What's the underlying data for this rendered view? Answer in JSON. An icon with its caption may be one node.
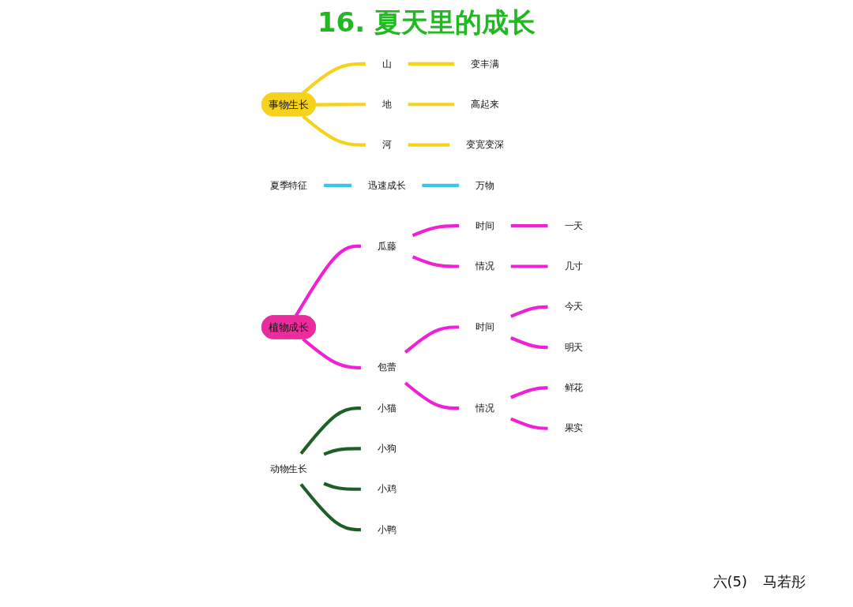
{
  "diagram": {
    "title": "16. 夏天里的成长",
    "nodes": [
      {
        "text": [
          "事物生长"
        ]
      },
      {
        "text": [
          "山"
        ]
      },
      {
        "text": [
          "变丰满"
        ]
      },
      {
        "text": [
          "地"
        ]
      },
      {
        "text": [
          "高起来"
        ]
      },
      {
        "text": [
          "河"
        ]
      },
      {
        "text": [
          "变宽变深"
        ]
      },
      {
        "text": [
          "夏季特征"
        ]
      },
      {
        "text": [
          "迅速成长"
        ]
      },
      {
        "text": [
          "万物"
        ]
      },
      {
        "text": [
          "植物成长"
        ]
      },
      {
        "text": [
          "瓜藤"
        ]
      },
      {
        "text": [
          "时间"
        ]
      },
      {
        "text": [
          "一天"
        ]
      },
      {
        "text": [
          "情况"
        ]
      },
      {
        "text": [
          "几寸"
        ]
      },
      {
        "text": [
          "包蕾"
        ]
      },
      {
        "text": [
          "时间"
        ]
      },
      {
        "text": [
          "今天"
        ]
      },
      {
        "text": [
          "明天"
        ]
      },
      {
        "text": [
          "情况"
        ]
      },
      {
        "text": [
          "鲜花"
        ]
      },
      {
        "text": [
          "果实"
        ]
      },
      {
        "text": [
          "动物生长"
        ]
      },
      {
        "text": [
          "小猫"
        ]
      },
      {
        "text": [
          "小狗"
        ]
      },
      {
        "text": [
          "小鸡"
        ]
      },
      {
        "text": [
          "小鸭"
        ]
      }
    ],
    "edges": [
      {
        "from": 0,
        "to": 1,
        "arrow": "none",
        "color": "#f5d31a"
      },
      {
        "from": 1,
        "to": 2,
        "arrow": "none",
        "color": "#f5d31a"
      },
      {
        "from": 0,
        "to": 3,
        "arrow": "none",
        "color": "#f5d31a"
      },
      {
        "from": 3,
        "to": 4,
        "arrow": "none",
        "color": "#f5d31a"
      },
      {
        "from": 0,
        "to": 5,
        "arrow": "none",
        "color": "#f5d31a"
      },
      {
        "from": 5,
        "to": 6,
        "arrow": "none",
        "color": "#f5d31a"
      },
      {
        "from": 7,
        "to": 8,
        "arrow": "none",
        "color": "#3cc6e6"
      },
      {
        "from": 8,
        "to": 9,
        "arrow": "none",
        "color": "#3cc6e6"
      },
      {
        "from": 10,
        "to": 11,
        "arrow": "none",
        "color": "#f01fd8"
      },
      {
        "from": 11,
        "to": 12,
        "arrow": "none",
        "color": "#f01fd8"
      },
      {
        "from": 12,
        "to": 13,
        "arrow": "none",
        "color": "#f01fd8"
      },
      {
        "from": 11,
        "to": 14,
        "arrow": "none",
        "color": "#f01fd8"
      },
      {
        "from": 14,
        "to": 15,
        "arrow": "none",
        "color": "#f01fd8"
      },
      {
        "from": 10,
        "to": 16,
        "arrow": "none",
        "color": "#f01fd8"
      },
      {
        "from": 16,
        "to": 17,
        "arrow": "none",
        "color": "#f01fd8"
      },
      {
        "from": 17,
        "to": 18,
        "arrow": "none",
        "color": "#f01fd8"
      },
      {
        "from": 17,
        "to": 19,
        "arrow": "none",
        "color": "#f01fd8"
      },
      {
        "from": 16,
        "to": 20,
        "arrow": "none",
        "color": "#f01fd8"
      },
      {
        "from": 20,
        "to": 21,
        "arrow": "none",
        "color": "#f01fd8"
      },
      {
        "from": 20,
        "to": 22,
        "arrow": "none",
        "color": "#f01fd8"
      },
      {
        "from": 23,
        "to": 24,
        "arrow": "none",
        "color": "#1e5e28"
      },
      {
        "from": 23,
        "to": 25,
        "arrow": "none",
        "color": "#1e5e28"
      },
      {
        "from": 23,
        "to": 26,
        "arrow": "none",
        "color": "#1e5e28"
      },
      {
        "from": 23,
        "to": 27,
        "arrow": "none",
        "color": "#1e5e28"
      }
    ],
    "labels": [
      "六(5)",
      "马若彤"
    ]
  }
}
